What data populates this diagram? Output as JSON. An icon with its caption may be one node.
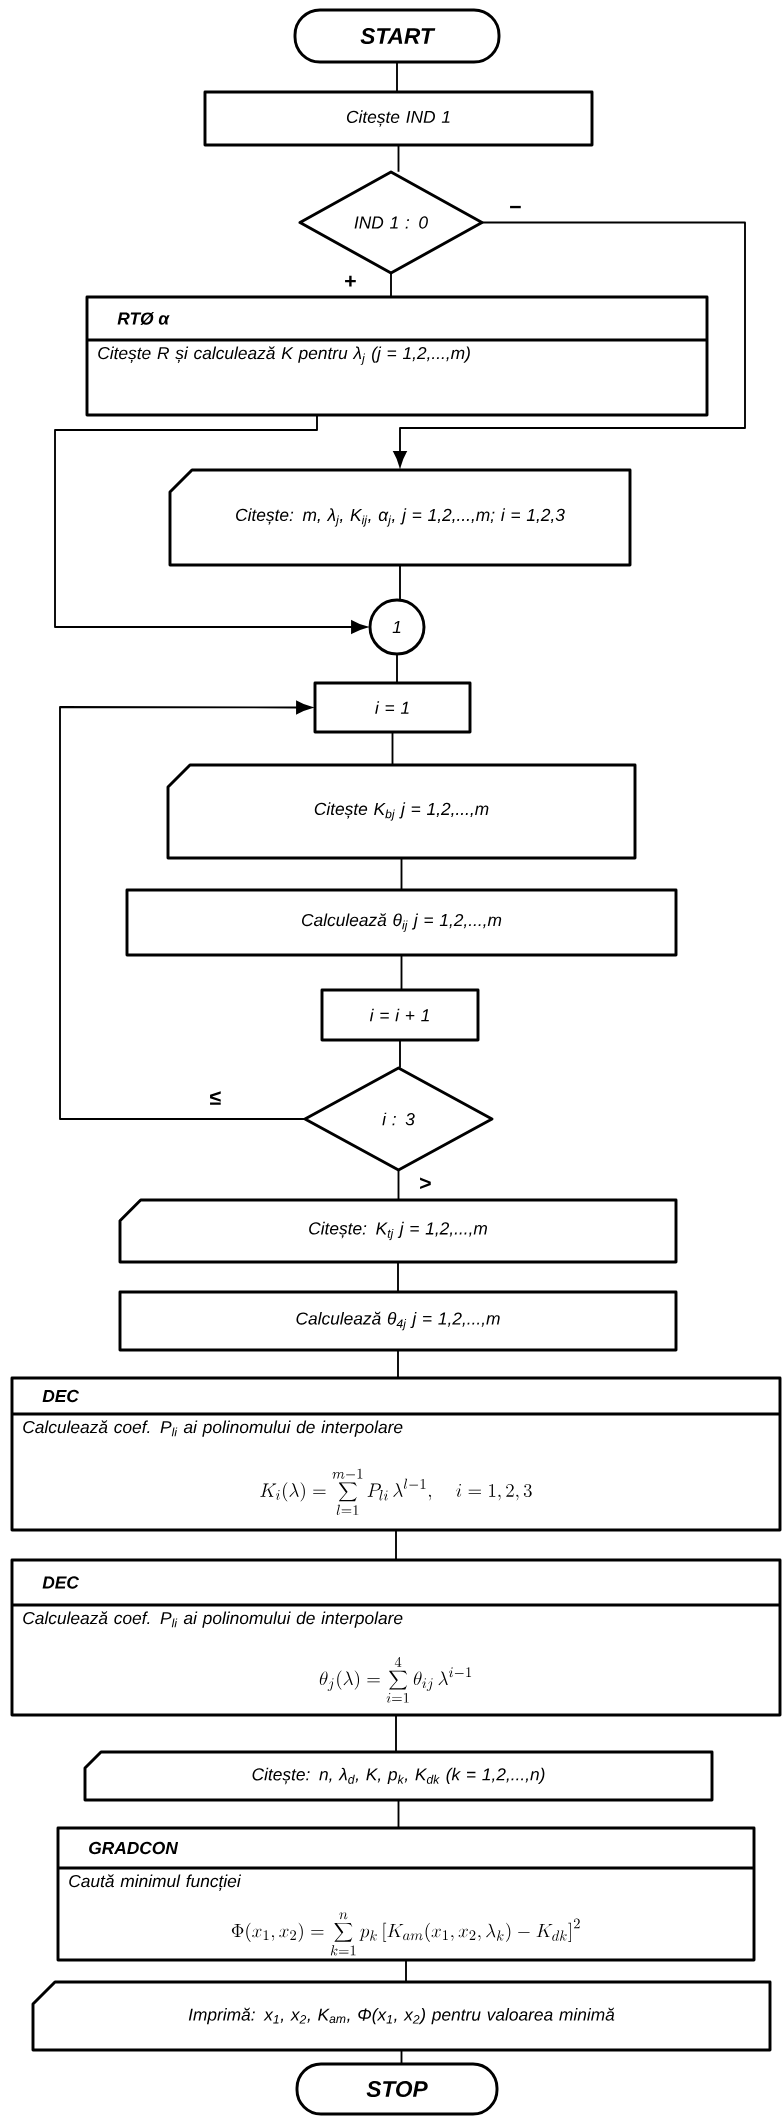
{
  "diagram": {
    "nodes": [
      {
        "text": [
          "START"
        ]
      },
      {
        "text": [
          "Citește IND 1"
        ]
      },
      {
        "text": [
          "IND 1 : 0"
        ]
      },
      {
        "text": [
          "RTØ α",
          "Citește R și calculează K pentru λ$_{j}$ (j = 1,2,...,m)"
        ]
      },
      {
        "text": [
          "Citește: m, λ$_{j}$, K$_{ij}$, α$_{j}$, j = 1,2,...,m; i = 1,2,3"
        ]
      },
      {
        "text": [
          "1"
        ]
      },
      {
        "text": [
          "i = 1"
        ]
      },
      {
        "text": [
          "Citește K$_{bj}$ j = 1,2,...,m"
        ]
      },
      {
        "text": [
          "Calculează θ$_{ij}$ j = 1,2,...,m"
        ]
      },
      {
        "text": [
          "i = i + 1"
        ]
      },
      {
        "text": [
          "i : 3"
        ]
      },
      {
        "text": [
          "Citește: K$_{tj}$ j = 1,2,...,m"
        ]
      },
      {
        "text": [
          "Calculează θ$_{4j}$ j = 1,2,...,m"
        ]
      },
      {
        "text": [
          "DEC",
          "Calculează coef. P$_{li}$ ai polinomului de interpolare",
          "K_i(\\lambda) = \\sum_{l=1}^{m-1} P_{li}\\, \\lambda^{l-1}, \\quad i = 1,2,3"
        ]
      },
      {
        "text": [
          "DEC",
          "Calculează coef. P$_{li}$ ai polinomului de interpolare",
          "\\theta_j(\\lambda) = \\sum_{i=1}^{4} \\theta_{ij}\\, \\lambda^{i-1}"
        ]
      },
      {
        "text": [
          "Citește: n, λ$_{d}$, K, p$_{k}$, K$_{dk}$ (k = 1,2,...,n)"
        ]
      },
      {
        "text": [
          "GRADCON",
          "Caută minimul funcției",
          "\\Phi(x_1, x_2) = \\sum_{k=1}^{n} p_k \\left[K_{am}(x_1, x_2, \\lambda_k) - K_{dk}\\right]^2"
        ]
      },
      {
        "text": [
          "Imprimă: x$_{1}$, x$_{2}$, K$_{am}$, Φ(x$_{1}$, x$_{2}$) pentru valoarea minimă"
        ]
      },
      {
        "text": [
          "STOP"
        ]
      }
    ],
    "edges": [
      {
        "from": 0,
        "to": 1,
        "arrow": "none"
      },
      {
        "from": 1,
        "to": 2,
        "arrow": "none"
      },
      {
        "from": 2,
        "to": 3,
        "arrow": "none",
        "label": "+"
      },
      {
        "from": 2,
        "to": 4,
        "arrow": "to",
        "label": "−"
      },
      {
        "from": 3,
        "to": 5,
        "arrow": "to"
      },
      {
        "from": 4,
        "to": 5,
        "arrow": "none"
      },
      {
        "from": 5,
        "to": 6,
        "arrow": "none"
      },
      {
        "from": 6,
        "to": 7,
        "arrow": "none"
      },
      {
        "from": 7,
        "to": 8,
        "arrow": "none"
      },
      {
        "from": 8,
        "to": 9,
        "arrow": "none"
      },
      {
        "from": 9,
        "to": 10,
        "arrow": "none"
      },
      {
        "from": 10,
        "to": 6,
        "arrow": "to",
        "label": "≤"
      },
      {
        "from": 10,
        "to": 11,
        "arrow": "none",
        "label": ">"
      },
      {
        "from": 11,
        "to": 12,
        "arrow": "none"
      },
      {
        "from": 12,
        "to": 13,
        "arrow": "none"
      },
      {
        "from": 13,
        "to": 14,
        "arrow": "none"
      },
      {
        "from": 14,
        "to": 15,
        "arrow": "none"
      },
      {
        "from": 15,
        "to": 16,
        "arrow": "none"
      },
      {
        "from": 16,
        "to": 17,
        "arrow": "none"
      },
      {
        "from": 17,
        "to": 18,
        "arrow": "none"
      }
    ]
  }
}
